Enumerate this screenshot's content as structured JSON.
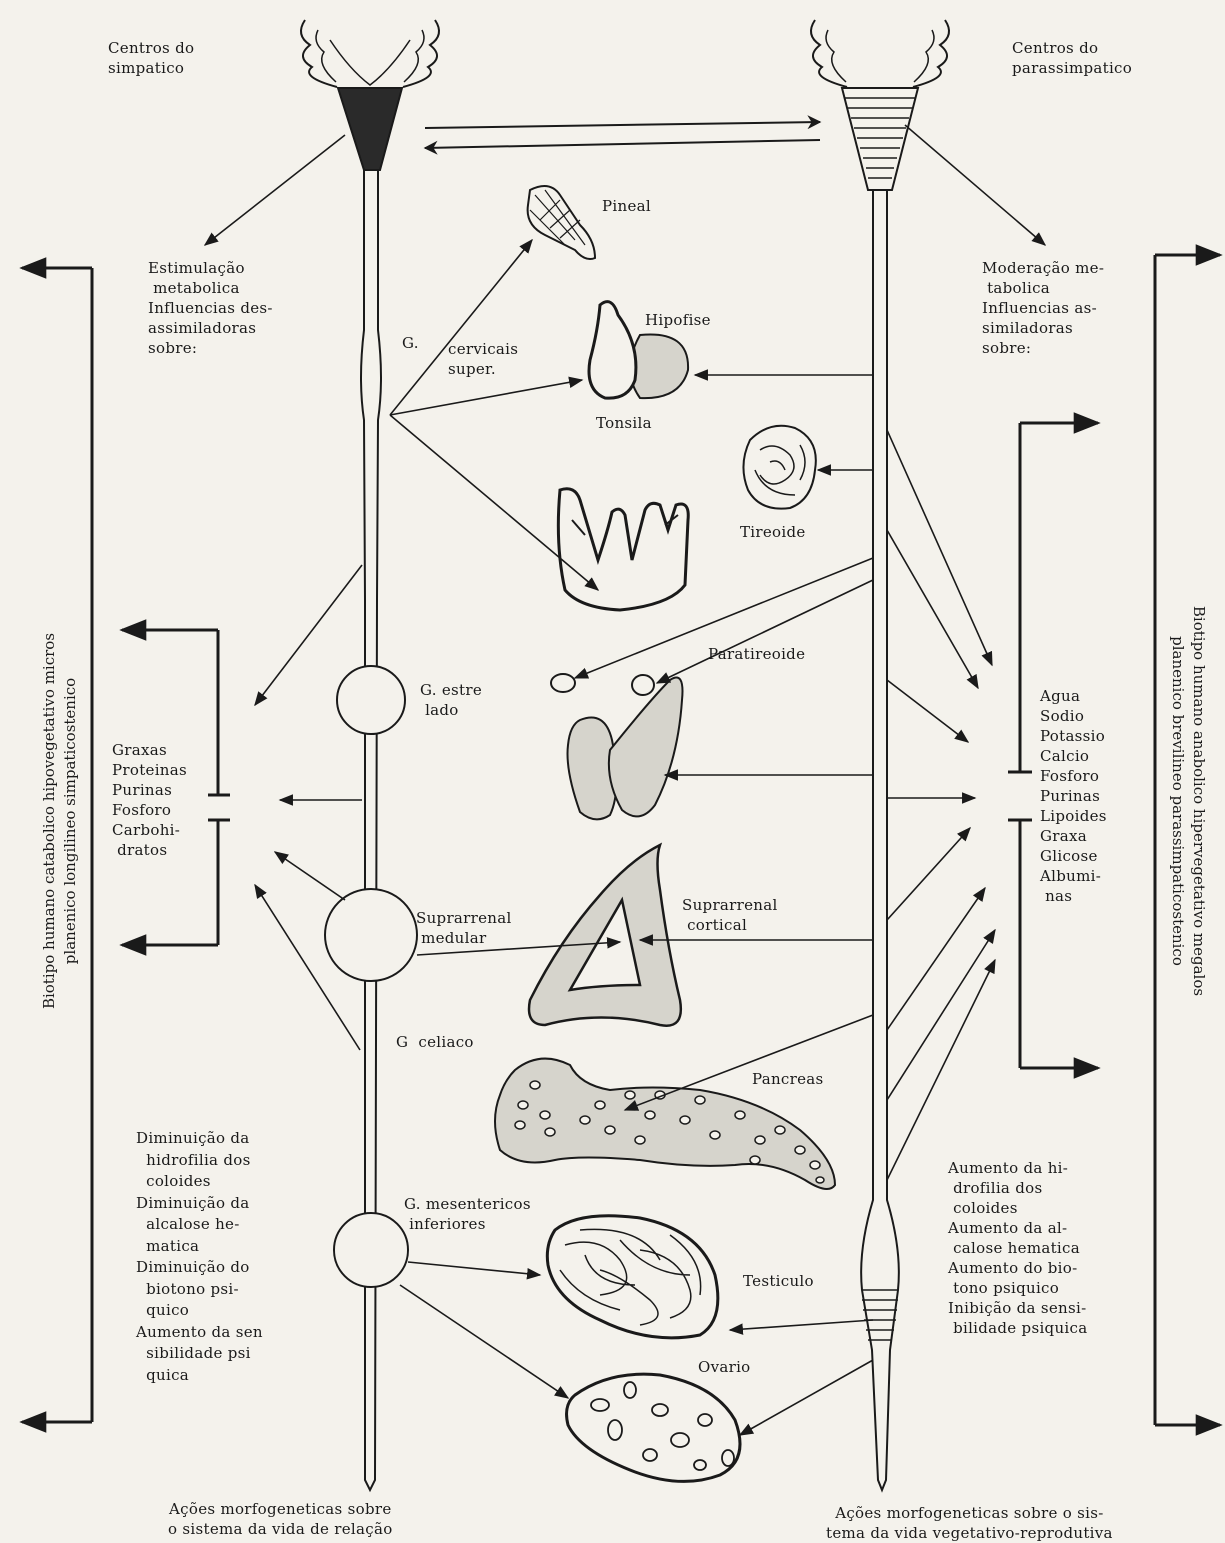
{
  "labels": {
    "centros_simpatico": "Centros do\nsimpatico",
    "centros_parassimpatico": "Centros do\nparassimpatico",
    "estimulacao": "Estimulação\n metabolica\nInfluencias des-\nassimiladoras\nsobre:",
    "moderacao": "Moderação me-\n tabolica\nInfluencias as-\nsimiladoras\nsobre:",
    "pineal": "Pineal",
    "hipofise": "Hipofise",
    "g": "G.",
    "cervicais": "cervicais\nsuper.",
    "tonsila": "Tonsila",
    "tireoide": "Tireoide",
    "paratireoide": "Paratireoide",
    "g_estrelado": "G. estre\n lado",
    "suprarrenal_medular": "Suprarrenal\n medular",
    "suprarrenal_cortical": "Suprarrenal\n cortical",
    "g_celiaco": "G  celiaco",
    "pancreas": "Pancreas",
    "g_mesentericos": "G. mesentericos\n inferiores",
    "testiculo": "Testiculo",
    "ovario": "Ovario",
    "left_substances": "Graxas\nProteinas\nPurinas\nFosforo\nCarbohi-\n dratos",
    "right_substances": "Agua\nSodio\nPotassio\nCalcio\nFosforo\nPurinas\nLipoides\nGraxa\nGlicose\nAlbumi-\n nas",
    "left_effects": "Diminuição da\n  hidrofilia dos\n  coloides\nDiminuição da\n  alcalose he-\n  matica\nDiminuição do\n  biotono psi-\n  quico\nAumento da sen\n  sibilidade psi\n  quica",
    "right_effects": "Aumento da hi-\n drofilia dos\n coloides\nAumento da al-\n calose hematica\nAumento do bio-\n tono psiquico\nInibição da sensi-\n bilidade psiquica",
    "left_vertical": "Biotipo humano catabolico hipovegetativo micros\nplanenico longilineo simpaticostenico",
    "right_vertical": "Biotipo humano anabolico hipervegetativo megalos\nplanenico brevilineo parassimpaticostenico",
    "bottom_left": "Ações morfogeneticas sobre\no sistema da vida de relação",
    "bottom_right": "Ações morfogeneticas sobre o sis-\ntema da vida vegetativo-reprodutiva"
  },
  "colors": {
    "ink": "#1a1a1a",
    "paper": "#f4f2ec",
    "gland_fill": "#d6d4cc"
  },
  "icons": [
    "arrow-icon",
    "gland-shape"
  ]
}
